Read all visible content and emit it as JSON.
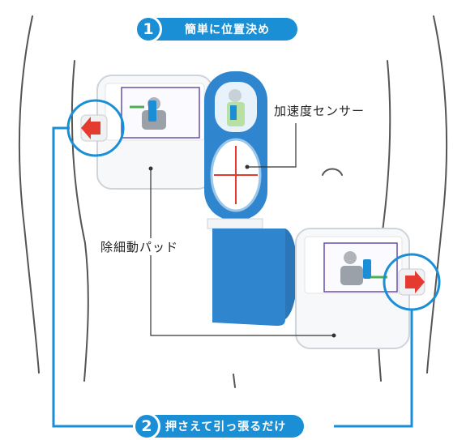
{
  "step1": {
    "number": "1",
    "label": "簡単に位置決め"
  },
  "step2": {
    "number": "2",
    "label": "押さえて引っ張るだけ"
  },
  "labels": {
    "accelerometer": "加速度センサー",
    "defib_pads": "除細動パッド"
  },
  "colors": {
    "accent_blue": "#1a8fd6",
    "pad_blue": "#2f86cf",
    "tab_red": "#e53a2f",
    "outline": "#555555"
  }
}
